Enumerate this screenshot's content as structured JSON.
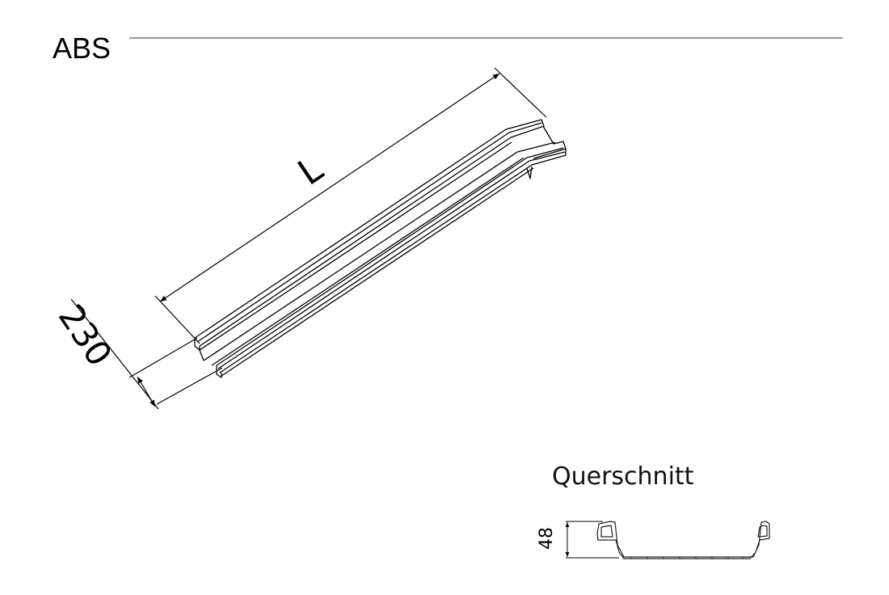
{
  "header": {
    "title": "ABS",
    "rule_color": "#999999"
  },
  "isometric_view": {
    "part": "channel-profile",
    "dimensions": {
      "length_label": "L",
      "width_label": "230"
    }
  },
  "cross_section": {
    "title": "Querschnitt",
    "height_label": "48"
  },
  "colors": {
    "line": "#000000",
    "rule": "#999999",
    "background": "#ffffff"
  }
}
